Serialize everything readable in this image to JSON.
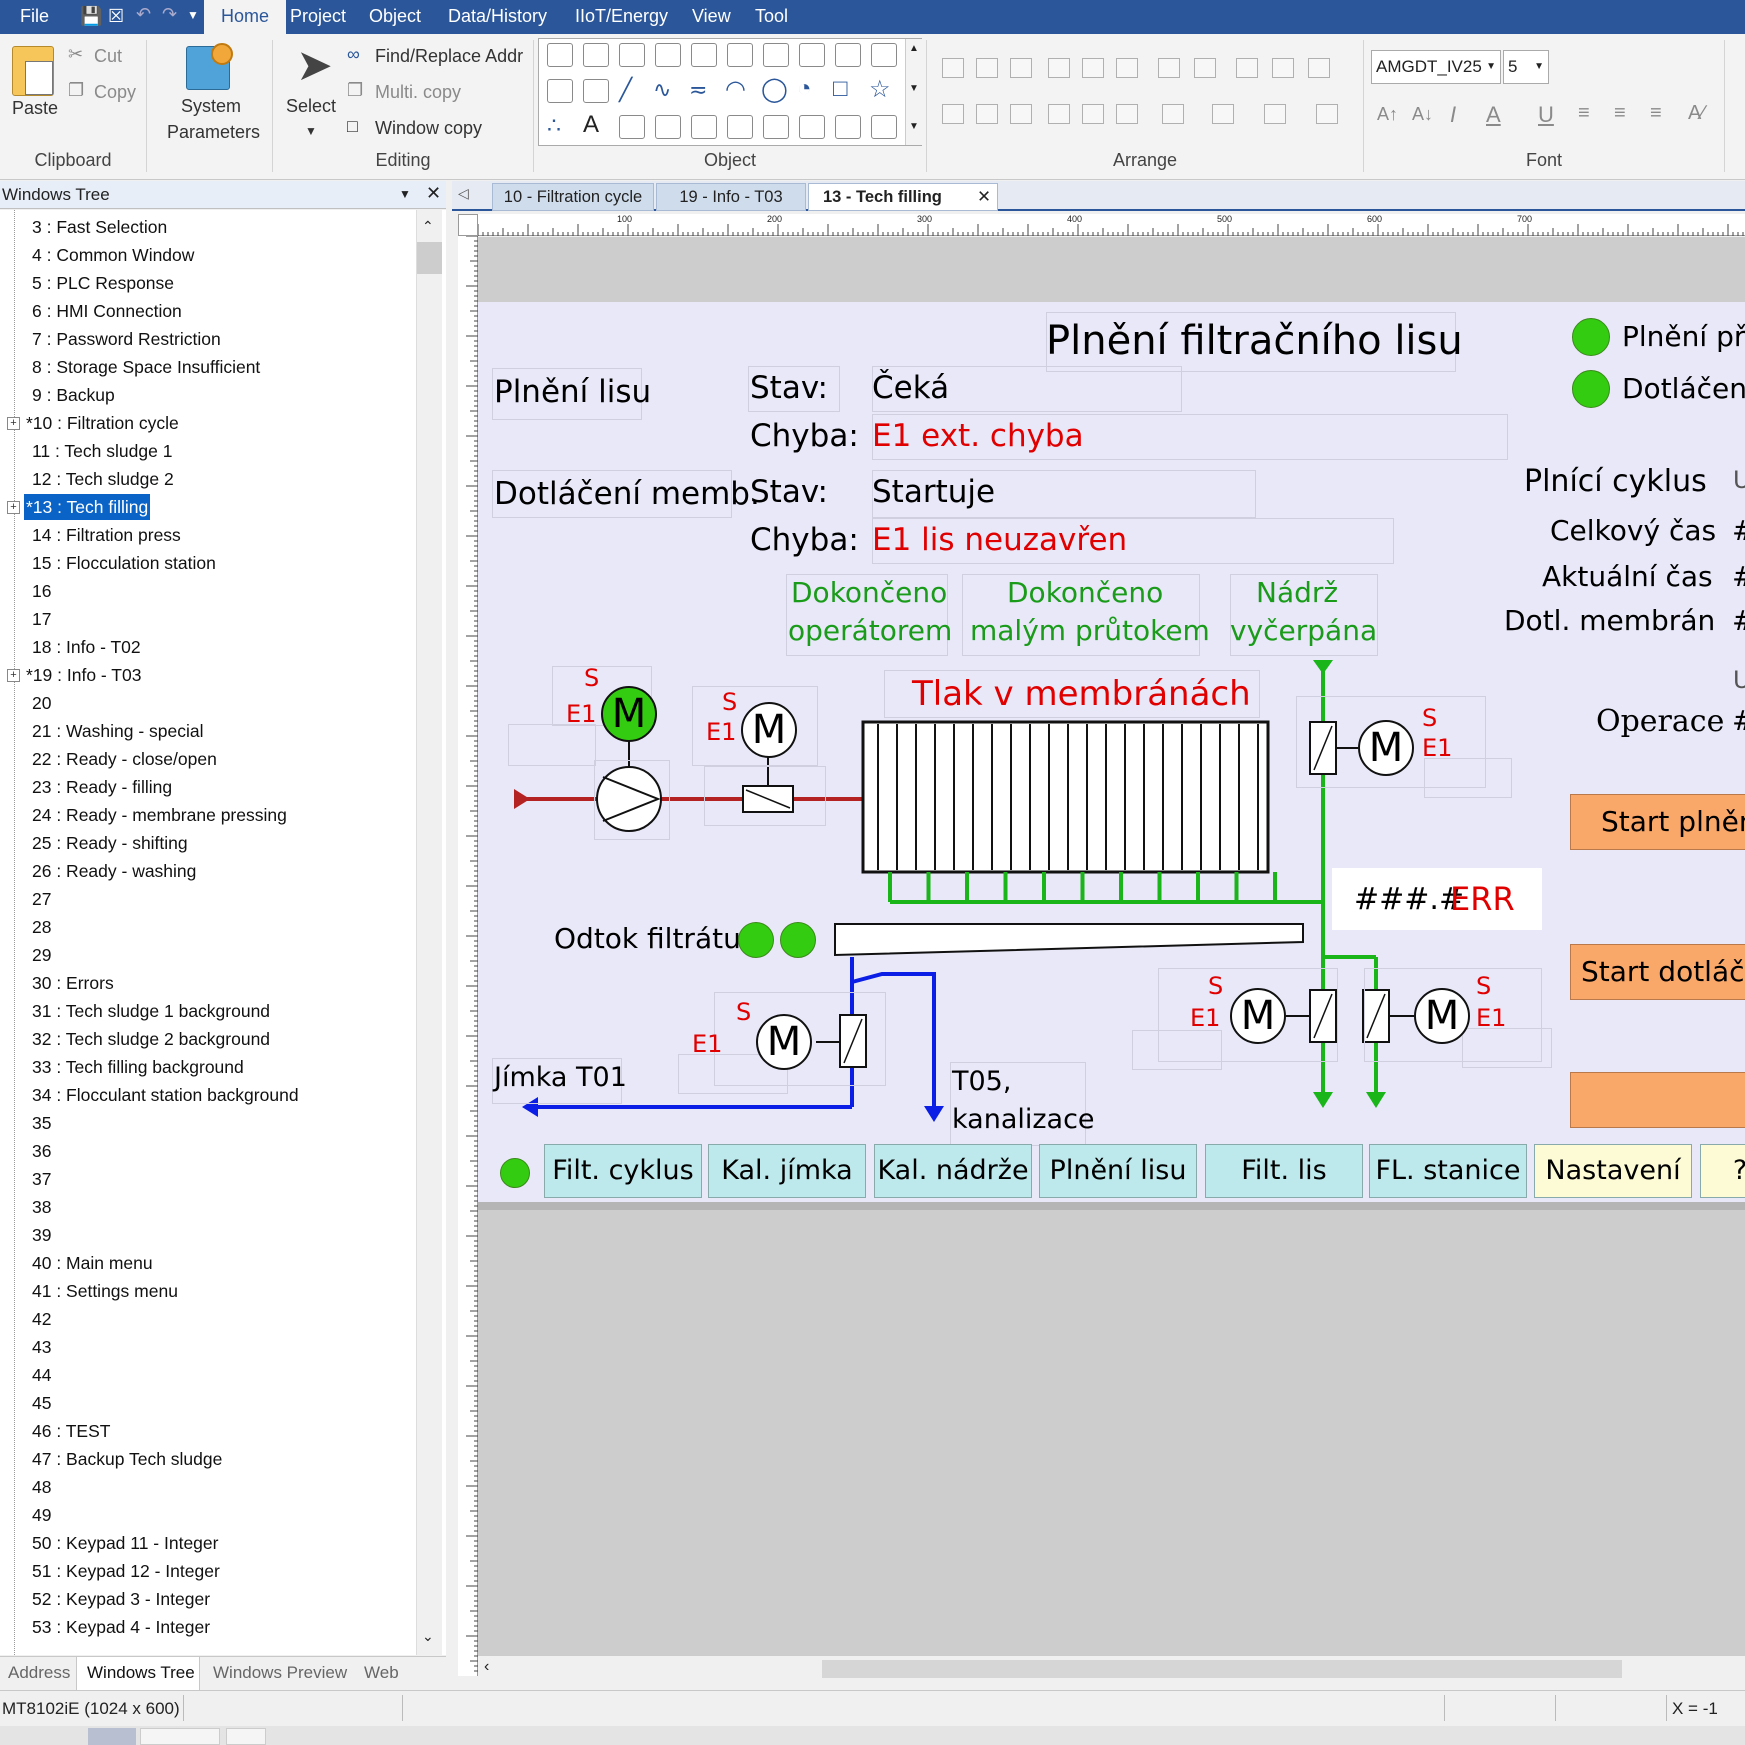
{
  "menu": {
    "file": "File",
    "items": [
      "Home",
      "Project",
      "Object",
      "Data/History",
      "IIoT/Energy",
      "View",
      "Tool"
    ]
  },
  "ribbon": {
    "clipboard": {
      "paste": "Paste",
      "cut": "Cut",
      "copy": "Copy",
      "label": "Clipboard"
    },
    "system": {
      "line1": "System",
      "line2": "Parameters"
    },
    "editing": {
      "select": "Select",
      "find_replace": "Find/Replace Addr",
      "multi_copy": "Multi. copy",
      "window_copy": "Window copy",
      "label": "Editing"
    },
    "object_label": "Object",
    "arrange_label": "Arrange",
    "font": {
      "name": "AMGDT_IV25",
      "size": "5",
      "label": "Font"
    }
  },
  "left_panel": {
    "title": "Windows Tree",
    "items": [
      "3 : Fast Selection",
      "4 : Common Window",
      "5 : PLC Response",
      "6 : HMI Connection",
      "7 : Password Restriction",
      "8 : Storage Space Insufficient",
      "9 : Backup",
      "*10 : Filtration cycle",
      "11 : Tech sludge 1",
      "12 : Tech sludge 2",
      "*13 : Tech  filling",
      "14 : Filtration press",
      "15 : Flocculation station",
      "16",
      "17",
      "18 : Info - T02",
      "*19 : Info - T03",
      "20",
      "21 : Washing - special",
      "22 : Ready - close/open",
      "23 : Ready - filling",
      "24 : Ready - membrane pressing",
      "25 : Ready - shifting",
      "26 : Ready - washing",
      "27",
      "28",
      "29",
      "30 : Errors",
      "31 : Tech sludge 1 background",
      "32 : Tech sludge 2 background",
      "33 : Tech filling background",
      "34 : Flocculant station background",
      "35",
      "36",
      "37",
      "38",
      "39",
      "40 : Main menu",
      "41 : Settings menu",
      "42",
      "43",
      "44",
      "45",
      "46 : TEST",
      "47 : Backup Tech sludge",
      "48",
      "49",
      "50 : Keypad 11 - Integer",
      "51 : Keypad 12 - Integer",
      "52 : Keypad 3 - Integer",
      "53 : Keypad 4 - Integer"
    ],
    "bottom_tabs": [
      "Address",
      "Windows Tree",
      "Windows Preview",
      "Web"
    ]
  },
  "doc_tabs": [
    "10 - Filtration cycle",
    "19 - Info - T03",
    "13 - Tech  filling"
  ],
  "hmi": {
    "title": "Plnění filtračního lisu",
    "filling_label": "Plnění lisu",
    "pressing_label": "Dotláčení memb.",
    "stav": "Stav:",
    "chyba": "Chyba:",
    "filling_state": "Čeká",
    "filling_error": "E1 ext. chyba",
    "pressing_state": "Startuje",
    "pressing_error": "E1 lis neuzavřen",
    "done_operator_1": "Dokončeno",
    "done_operator_2": "operátorem",
    "done_flow_1": "Dokončeno",
    "done_flow_2": "malým průtokem",
    "tank_1": "Nádrž",
    "tank_2": "vyčerpána",
    "right_led1": "Plnění při",
    "right_led2": "Dotláčení",
    "cycle_title": "Plnící cyklus",
    "total_time": "Celkový čas",
    "current_time": "Aktuální čas",
    "membrane_time": "Dotl. membrán",
    "operation": "Operace",
    "hash": "#",
    "unit_frag": "U",
    "membrane_pressure": "Tlak v membránách",
    "pressure_value": "###.#",
    "pressure_err": "ERR",
    "filtrate_outlet": "Odtok filtrátu",
    "sump": "Jímka T01",
    "t05_1": "T05,",
    "t05_2": "kanalizace",
    "s": "S",
    "e1": "E1",
    "m": "M",
    "start_filling": "Start plnění",
    "start_pressing": "Start dotláče",
    "nav": [
      "Filt. cyklus",
      "Kal. jímka",
      "Kal. nádrže",
      "Plnění lisu",
      "Filt. lis",
      "FL. stanice",
      "Nastavení",
      "?"
    ],
    "colors": {
      "led_green": "#33cc11",
      "error_red": "#e00000",
      "ok_green": "#1a9b1a",
      "nav_cyan": "#bde8ec",
      "orange": "#f9a86a",
      "pipe_blue": "#0a1ee6",
      "pipe_green": "#19b519",
      "pipe_red": "#b52222"
    }
  },
  "ruler_marks": [
    "100",
    "200",
    "300",
    "400",
    "500",
    "600",
    "700"
  ],
  "status": {
    "model": "MT8102iE (1024 x 600)",
    "coord": "X = -1"
  }
}
